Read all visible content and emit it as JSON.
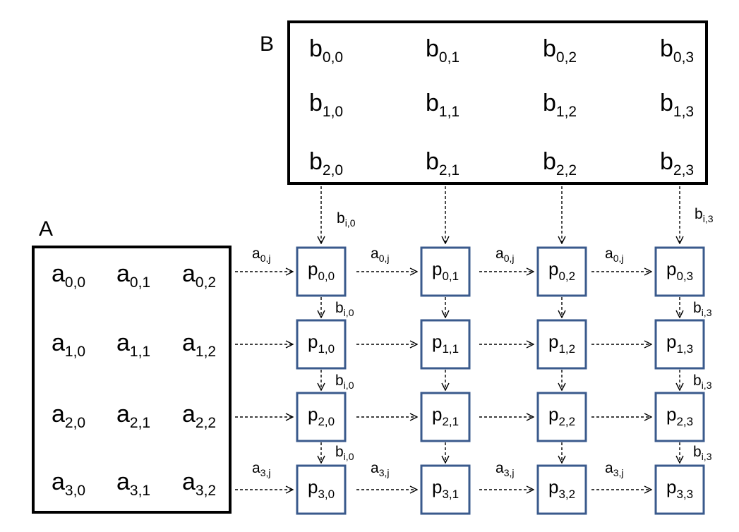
{
  "labels": {
    "matrix_a": "A",
    "matrix_b": "B"
  },
  "colors": {
    "matrix_border": "#000000",
    "pe_border": "#3a5a8c",
    "arrow": "#000000",
    "text": "#000000"
  },
  "matrix_a": {
    "symbol": "a",
    "rows": [
      [
        "0,0",
        "0,1",
        "0,2"
      ],
      [
        "1,0",
        "1,1",
        "1,2"
      ],
      [
        "2,0",
        "2,1",
        "2,2"
      ],
      [
        "3,0",
        "3,1",
        "3,2"
      ]
    ]
  },
  "matrix_b": {
    "symbol": "b",
    "rows": [
      [
        "0,0",
        "0,1",
        "0,2",
        "0,3"
      ],
      [
        "1,0",
        "1,1",
        "1,2",
        "1,3"
      ],
      [
        "2,0",
        "2,1",
        "2,2",
        "2,3"
      ]
    ]
  },
  "pe_grid": {
    "symbol": "p",
    "rows": [
      [
        "0,0",
        "0,1",
        "0,2",
        "0,3"
      ],
      [
        "1,0",
        "1,1",
        "1,2",
        "1,3"
      ],
      [
        "2,0",
        "2,1",
        "2,2",
        "2,3"
      ],
      [
        "3,0",
        "3,1",
        "3,2",
        "3,3"
      ]
    ]
  },
  "flow_labels": {
    "top_row_a": {
      "symbol": "a",
      "subscript": "0,j"
    },
    "bottom_row_a": {
      "symbol": "a",
      "subscript": "3,j"
    },
    "col0_b": {
      "symbol": "b",
      "subscript": "i,0"
    },
    "col3_b": {
      "symbol": "b",
      "subscript": "i,3"
    }
  }
}
